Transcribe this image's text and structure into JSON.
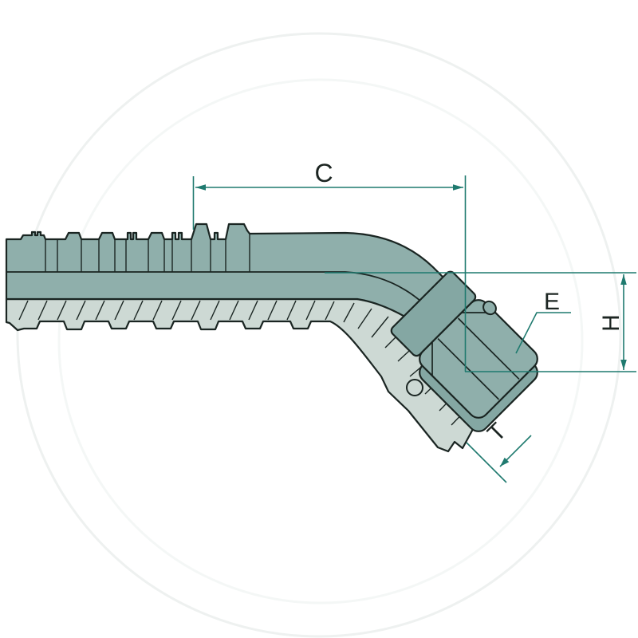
{
  "figure": {
    "kind": "technical-drawing",
    "subject": "45-degree hydraulic hose fitting with barbed shank and swivel nut",
    "dimension_labels": {
      "c": "C",
      "e": "E",
      "h": "H",
      "t": "T"
    },
    "colors": {
      "background": "#ffffff",
      "outline": "#1a2522",
      "body_fill": "#8fafab",
      "body_fill_dark": "#84a7a3",
      "section_fill": "#cdd9d4",
      "dimension_line": "#1f7a6f",
      "label_text": "#1c2522",
      "watermark": "#edf1f0"
    }
  }
}
